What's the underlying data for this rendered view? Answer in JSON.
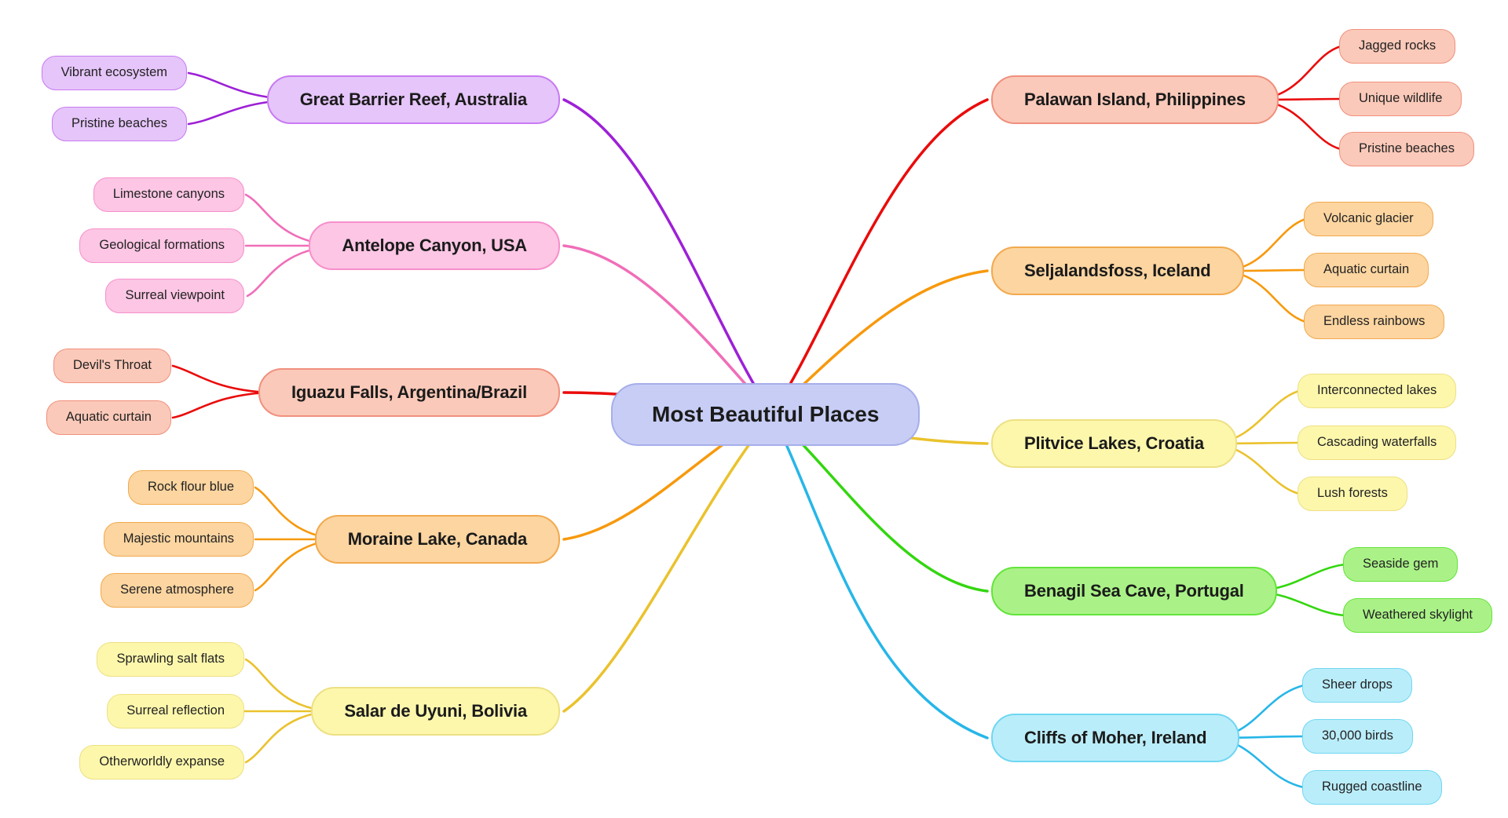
{
  "diagram_type": "mindmap",
  "center": {
    "label": "Most Beautiful Places"
  },
  "themes": {
    "center": {
      "fill": "#c7cdf4",
      "border": "#a6aeea"
    },
    "purple": {
      "fill": "#e6c5fa",
      "border": "#c87af2",
      "line": "#9d20d6"
    },
    "pink": {
      "fill": "#fcc6e4",
      "border": "#f78fcb",
      "line": "#f06eb8"
    },
    "salmon": {
      "fill": "#fbc9b9",
      "border": "#f0907d",
      "line": "#ea0b0b"
    },
    "orange": {
      "fill": "#fcd5a0",
      "border": "#f2a94e",
      "line": "#f7990d"
    },
    "yellow": {
      "fill": "#fdf7ac",
      "border": "#ede084",
      "line": "#eac22d"
    },
    "green": {
      "fill": "#aaf287",
      "border": "#63e43a",
      "line": "#33d60f"
    },
    "cyan": {
      "fill": "#baedfa",
      "border": "#6fd7f2",
      "line": "#27b6e8"
    }
  },
  "branches": [
    {
      "label": "Great Barrier Reef, Australia",
      "side": "left",
      "theme": "purple",
      "children": [
        "Vibrant ecosystem",
        "Pristine beaches"
      ]
    },
    {
      "label": "Antelope Canyon, USA",
      "side": "left",
      "theme": "pink",
      "children": [
        "Limestone canyons",
        "Geological formations",
        "Surreal viewpoint"
      ]
    },
    {
      "label": "Iguazu Falls, Argentina/Brazil",
      "side": "left",
      "theme": "salmon",
      "children": [
        "Devil's Throat",
        "Aquatic curtain"
      ]
    },
    {
      "label": "Moraine Lake, Canada",
      "side": "left",
      "theme": "orange",
      "children": [
        "Rock flour blue",
        "Majestic mountains",
        "Serene atmosphere"
      ]
    },
    {
      "label": "Salar de Uyuni, Bolivia",
      "side": "left",
      "theme": "yellow",
      "children": [
        "Sprawling salt flats",
        "Surreal reflection",
        "Otherworldly expanse"
      ]
    },
    {
      "label": "Palawan Island, Philippines",
      "side": "right",
      "theme": "salmon",
      "children": [
        "Jagged rocks",
        "Unique wildlife",
        "Pristine beaches"
      ]
    },
    {
      "label": "Seljalandsfoss, Iceland",
      "side": "right",
      "theme": "orange",
      "children": [
        "Volcanic glacier",
        "Aquatic curtain",
        "Endless rainbows"
      ]
    },
    {
      "label": "Plitvice Lakes, Croatia",
      "side": "right",
      "theme": "yellow",
      "children": [
        "Interconnected lakes",
        "Cascading waterfalls",
        "Lush forests"
      ]
    },
    {
      "label": "Benagil Sea Cave, Portugal",
      "side": "right",
      "theme": "green",
      "children": [
        "Seaside gem",
        "Weathered skylight"
      ]
    },
    {
      "label": "Cliffs of Moher, Ireland",
      "side": "right",
      "theme": "cyan",
      "children": [
        "Sheer drops",
        "30,000 birds",
        "Rugged coastline"
      ]
    }
  ]
}
